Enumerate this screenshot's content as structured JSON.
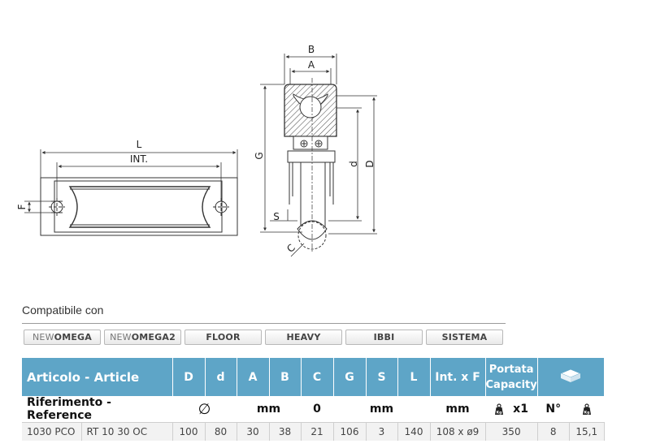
{
  "drawing": {
    "labels": {
      "L": "L",
      "INT": "INT.",
      "F": "F",
      "G": "G",
      "B": "B",
      "A": "A",
      "d": "d",
      "D": "D",
      "S": "S",
      "C": "C"
    }
  },
  "compat": {
    "title": "Compatibile con",
    "chips": [
      {
        "prefix": "NEW",
        "main": "OMEGA"
      },
      {
        "prefix": "NEW",
        "main": "OMEGA2"
      },
      {
        "prefix": "",
        "main": "FLOOR"
      },
      {
        "prefix": "",
        "main": "HEAVY"
      },
      {
        "prefix": "",
        "main": "IBBI"
      },
      {
        "prefix": "",
        "main": "SISTEMA"
      }
    ]
  },
  "table": {
    "headers": {
      "article": "Articolo - Article",
      "D": "D",
      "d": "d",
      "A": "A",
      "B": "B",
      "C": "C",
      "G": "G",
      "S": "S",
      "L": "L",
      "intf": "Int. x F",
      "capacity_line1": "Portata",
      "capacity_line2": "Capacity",
      "package_icon": "package-icon"
    },
    "units": {
      "reference": "Riferimento - Reference",
      "diameter_symbol": "∅",
      "mm1": "mm",
      "C": "0",
      "mm2": "mm",
      "mm3": "mm",
      "weight_icon": "kg-weight-icon",
      "multiplier": "x1",
      "count": "N°",
      "weight_icon2": "kg-weight-icon"
    },
    "rows": [
      {
        "code": "1030 PCO",
        "reference": "RT 10 30 OC",
        "D": "100",
        "d": "80",
        "A": "30",
        "B": "38",
        "C": "21",
        "G": "106",
        "S": "3",
        "L": "140",
        "intf": "108 x ø9",
        "capacity": "350",
        "pieces": "8",
        "weight": "15,1"
      }
    ]
  },
  "colors": {
    "header_bg": "#5ea5c7",
    "row_bg": "#f2f2f2",
    "hatch": "#444444"
  }
}
